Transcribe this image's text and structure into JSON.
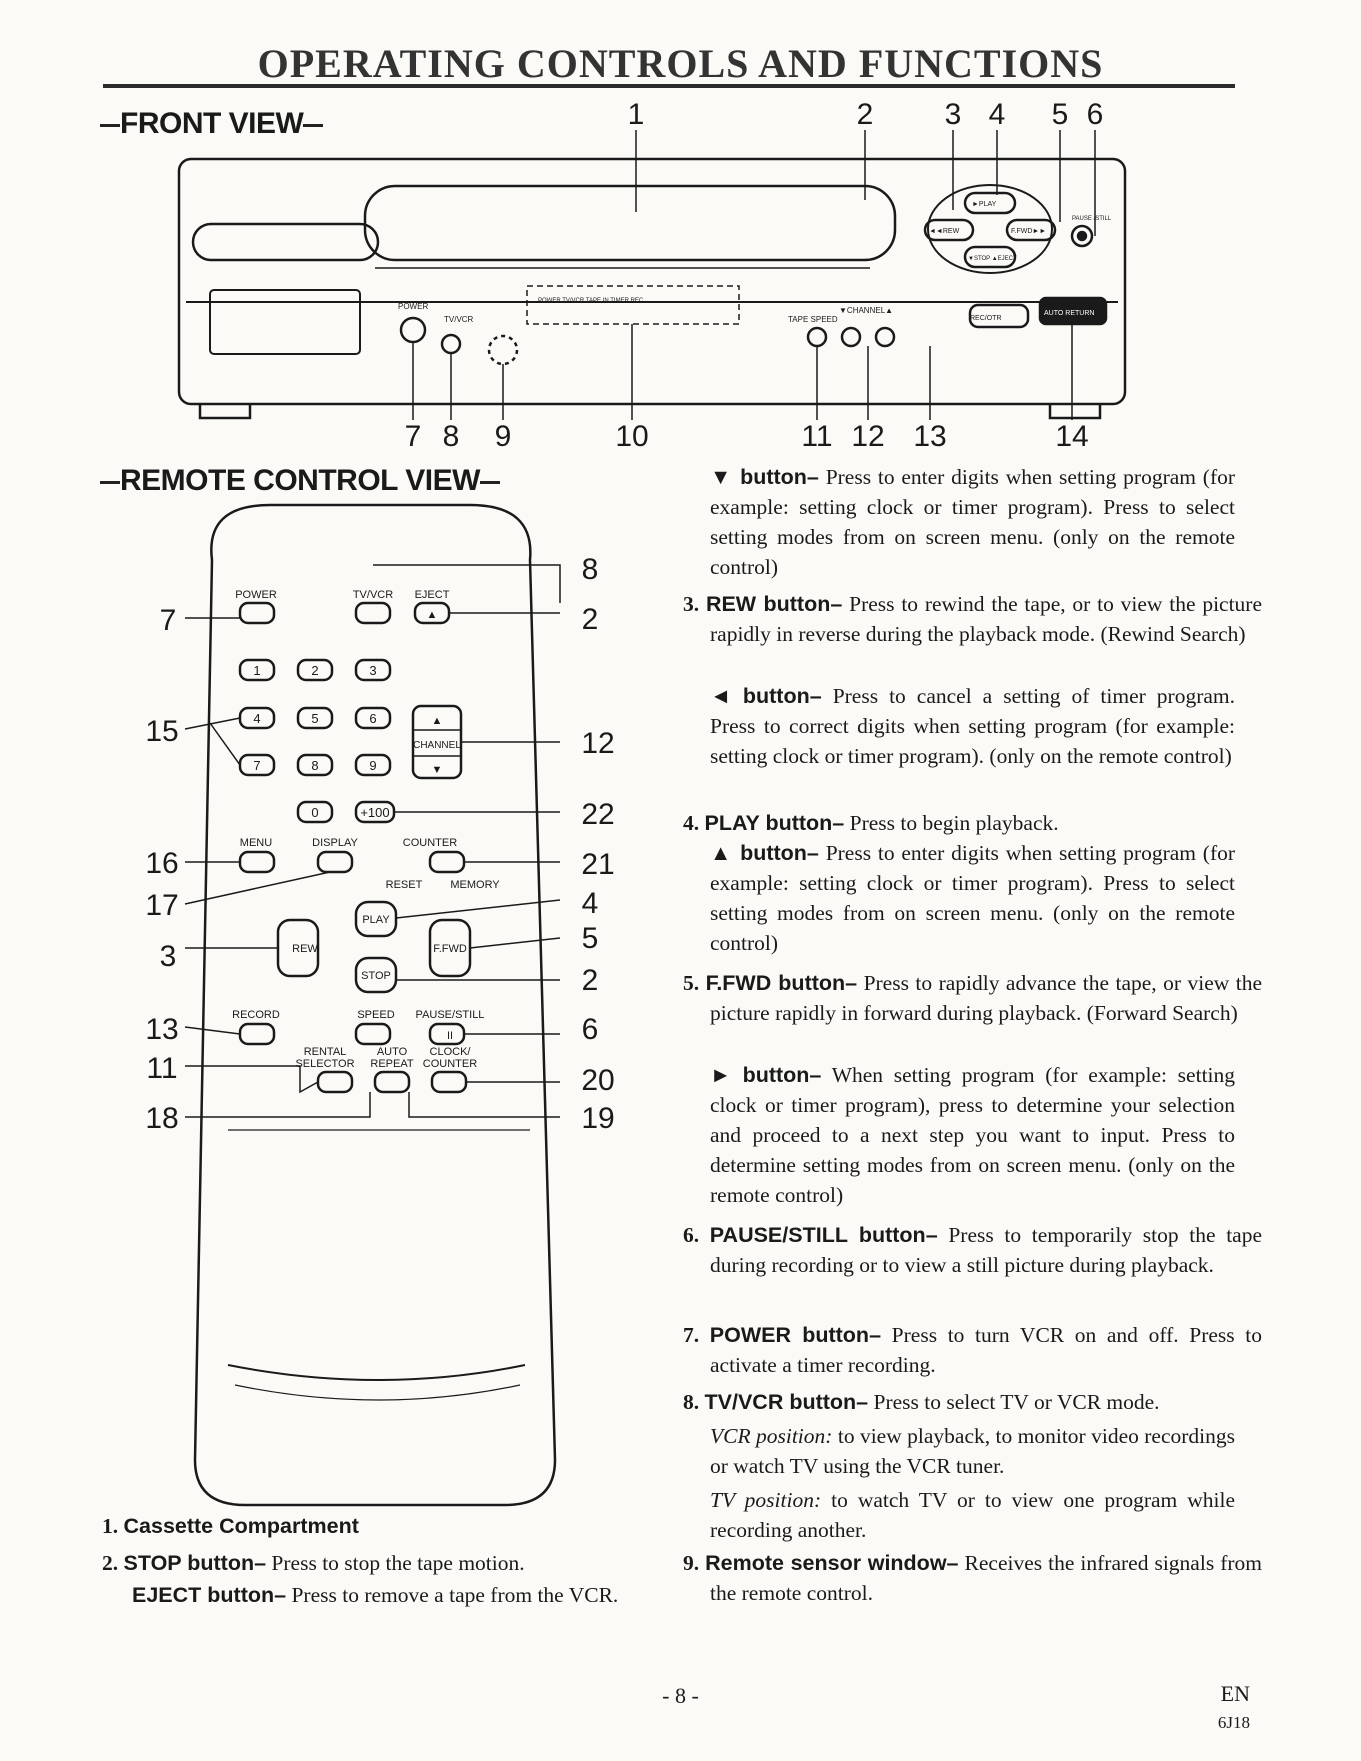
{
  "page_title": "OPERATING CONTROLS AND FUNCTIONS",
  "front_view_heading": "FRONT VIEW",
  "remote_view_heading": "REMOTE CONTROL VIEW",
  "front_callouts_top": [
    "1",
    "2",
    "3",
    "4",
    "5",
    "6"
  ],
  "front_callouts_bottom": [
    "7",
    "8",
    "9",
    "10",
    "11",
    "12",
    "13",
    "14"
  ],
  "vcr_panel": {
    "power": "POWER",
    "tvvcr": "TV/VCR",
    "indicators": "POWER   TV/VCR   TAPE IN   TIMER   REC",
    "tape_speed": "TAPE SPEED",
    "channel": "▼CHANNEL▲",
    "record": "REC/OTR",
    "auto_return": "AUTO RETURN",
    "play": "►PLAY",
    "rew": "◄◄REW",
    "ffwd": "F.FWD►►",
    "stop": "▼STOP ▲EJECT",
    "pause": "PAUSE /STILL"
  },
  "remote_callouts_left": [
    "7",
    "15",
    "16",
    "17",
    "3",
    "13",
    "11",
    "18"
  ],
  "remote_callouts_right": [
    "8",
    "2",
    "12",
    "22",
    "21",
    "4",
    "5",
    "2",
    "6",
    "20",
    "19"
  ],
  "remote_labels": {
    "power": "POWER",
    "tvvcr": "TV/VCR",
    "eject": "EJECT",
    "channel": "CHANNEL",
    "plus100": "+100",
    "menu": "MENU",
    "display": "DISPLAY",
    "counter": "COUNTER",
    "reset": "RESET",
    "memory": "MEMORY",
    "play": "PLAY",
    "rew": "REW",
    "ffwd": "F.FWD",
    "stop": "STOP",
    "record": "RECORD",
    "speed": "SPEED",
    "pausestill": "PAUSE/STILL",
    "rental": "RENTAL",
    "selector": "SELECTOR",
    "auto": "AUTO",
    "repeat": "REPEAT",
    "clock": "CLOCK/",
    "counter2": "COUNTER",
    "digits": [
      "1",
      "2",
      "3",
      "4",
      "5",
      "6",
      "7",
      "8",
      "9",
      "0"
    ]
  },
  "left_items": {
    "item1_num": "1.",
    "item1_term": "Cassette Compartment",
    "item2_num": "2.",
    "item2_term": "STOP button–",
    "item2_text": "Press to stop the tape motion.",
    "item2b_term": "EJECT button–",
    "item2b_text": "Press to remove a tape from the VCR."
  },
  "right_items": {
    "down_term": "▼ button–",
    "down_text": "Press to enter digits when setting program (for example: setting clock or timer program). Press to select setting modes from on screen menu. (only on the remote control)",
    "item3_num": "3.",
    "item3_term": "REW button–",
    "item3_text": "Press to rewind the tape, or to view the picture rapidly in reverse during the playback mode. (Rewind Search)",
    "left_term": "◄ button–",
    "left_text": "Press to cancel a setting of timer program. Press to correct digits when setting program (for example: setting clock or timer program). (only on the remote control)",
    "item4_num": "4.",
    "item4_term": "PLAY button–",
    "item4_text": "Press to begin playback.",
    "up_term": "▲ button–",
    "up_text": "Press to enter digits when setting program (for example: setting clock or timer program). Press to select setting modes from on screen menu. (only on the remote control)",
    "item5_num": "5.",
    "item5_term": "F.FWD button–",
    "item5_text": "Press to rapidly advance the tape, or view the picture rapidly in forward during playback. (Forward Search)",
    "right_term": "► button–",
    "right_text": "When setting program (for example: setting clock or timer program), press to determine your selection and proceed to a next step you want to input. Press to determine setting modes from on screen menu. (only on the remote control)",
    "item6_num": "6.",
    "item6_term": "PAUSE/STILL button–",
    "item6_text": "Press to temporarily stop the tape during recording or to view a still picture during playback.",
    "item7_num": "7.",
    "item7_term": "POWER button–",
    "item7_text": "Press to turn VCR on and off. Press to activate a timer recording.",
    "item8_num": "8.",
    "item8_term": "TV/VCR button–",
    "item8_text": "Press to select TV or VCR mode.",
    "item8_vcr_label": "VCR position:",
    "item8_vcr_text": "to view playback, to monitor video recordings or watch TV using the VCR tuner.",
    "item8_tv_label": "TV position:",
    "item8_tv_text": "to watch TV or to view one program while recording another.",
    "item9_num": "9.",
    "item9_term": "Remote sensor window–",
    "item9_text": "Receives the infrared signals from the remote control."
  },
  "footer": {
    "page_number": "- 8 -",
    "lang": "EN",
    "code": "6J18"
  }
}
